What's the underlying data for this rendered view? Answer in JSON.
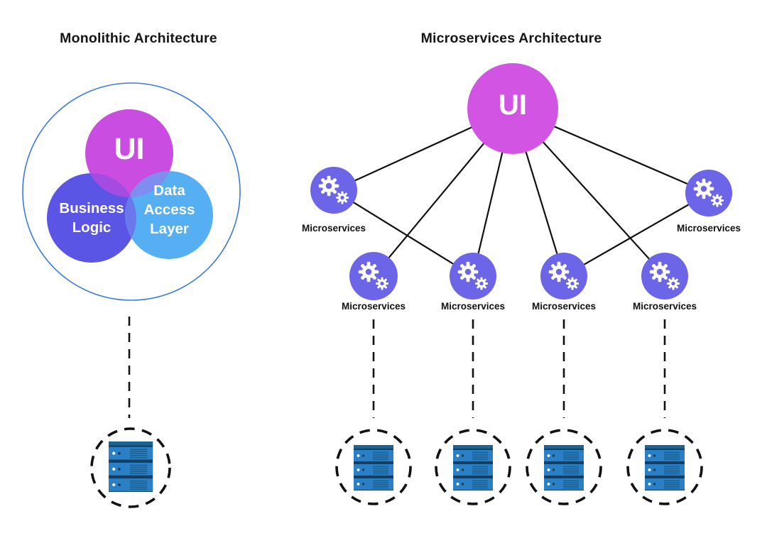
{
  "diagram": {
    "left": {
      "title": "Monolithic Architecture",
      "ui_label": "UI",
      "business_label": "Business Logic",
      "data_access_label": "Data Access Layer"
    },
    "right": {
      "title": "Microservices Architecture",
      "ui_label": "UI",
      "node_label": "Microservices",
      "node_count": 6
    },
    "icons": {
      "microservice_node": "gears-icon",
      "datastore": "server-stack-icon"
    },
    "colors": {
      "ui_magenta_left": "#c94de0",
      "ui_magenta_right": "#d254e2",
      "business_indigo": "#5b55e6",
      "data_access_blue": "#56aef3",
      "microservice_purple": "#6d65e8",
      "monolith_ring_blue": "#3b7be0",
      "server_blue": "#2b80c5",
      "connector_black": "#111111"
    }
  }
}
